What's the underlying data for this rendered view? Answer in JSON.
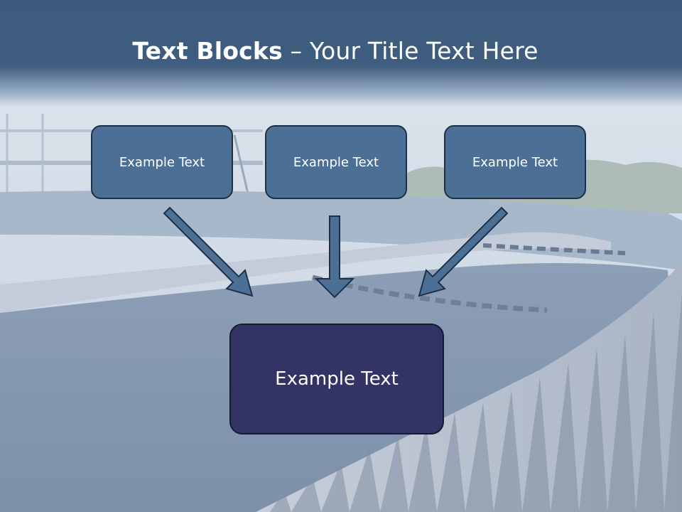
{
  "slide": {
    "title_bold": "Text Blocks",
    "title_dash": " – ",
    "title_rest": "Your Title Text Here",
    "boxes": [
      {
        "label": "Example Text"
      },
      {
        "label": "Example Text"
      },
      {
        "label": "Example Text"
      }
    ],
    "target_box": {
      "label": "Example Text"
    }
  },
  "colors": {
    "header": "#3f5d7e",
    "box_fill": "#4c6f95",
    "box_border": "#1e3048",
    "target_fill": "#333366",
    "arrow_fill": "#4c6f95"
  }
}
